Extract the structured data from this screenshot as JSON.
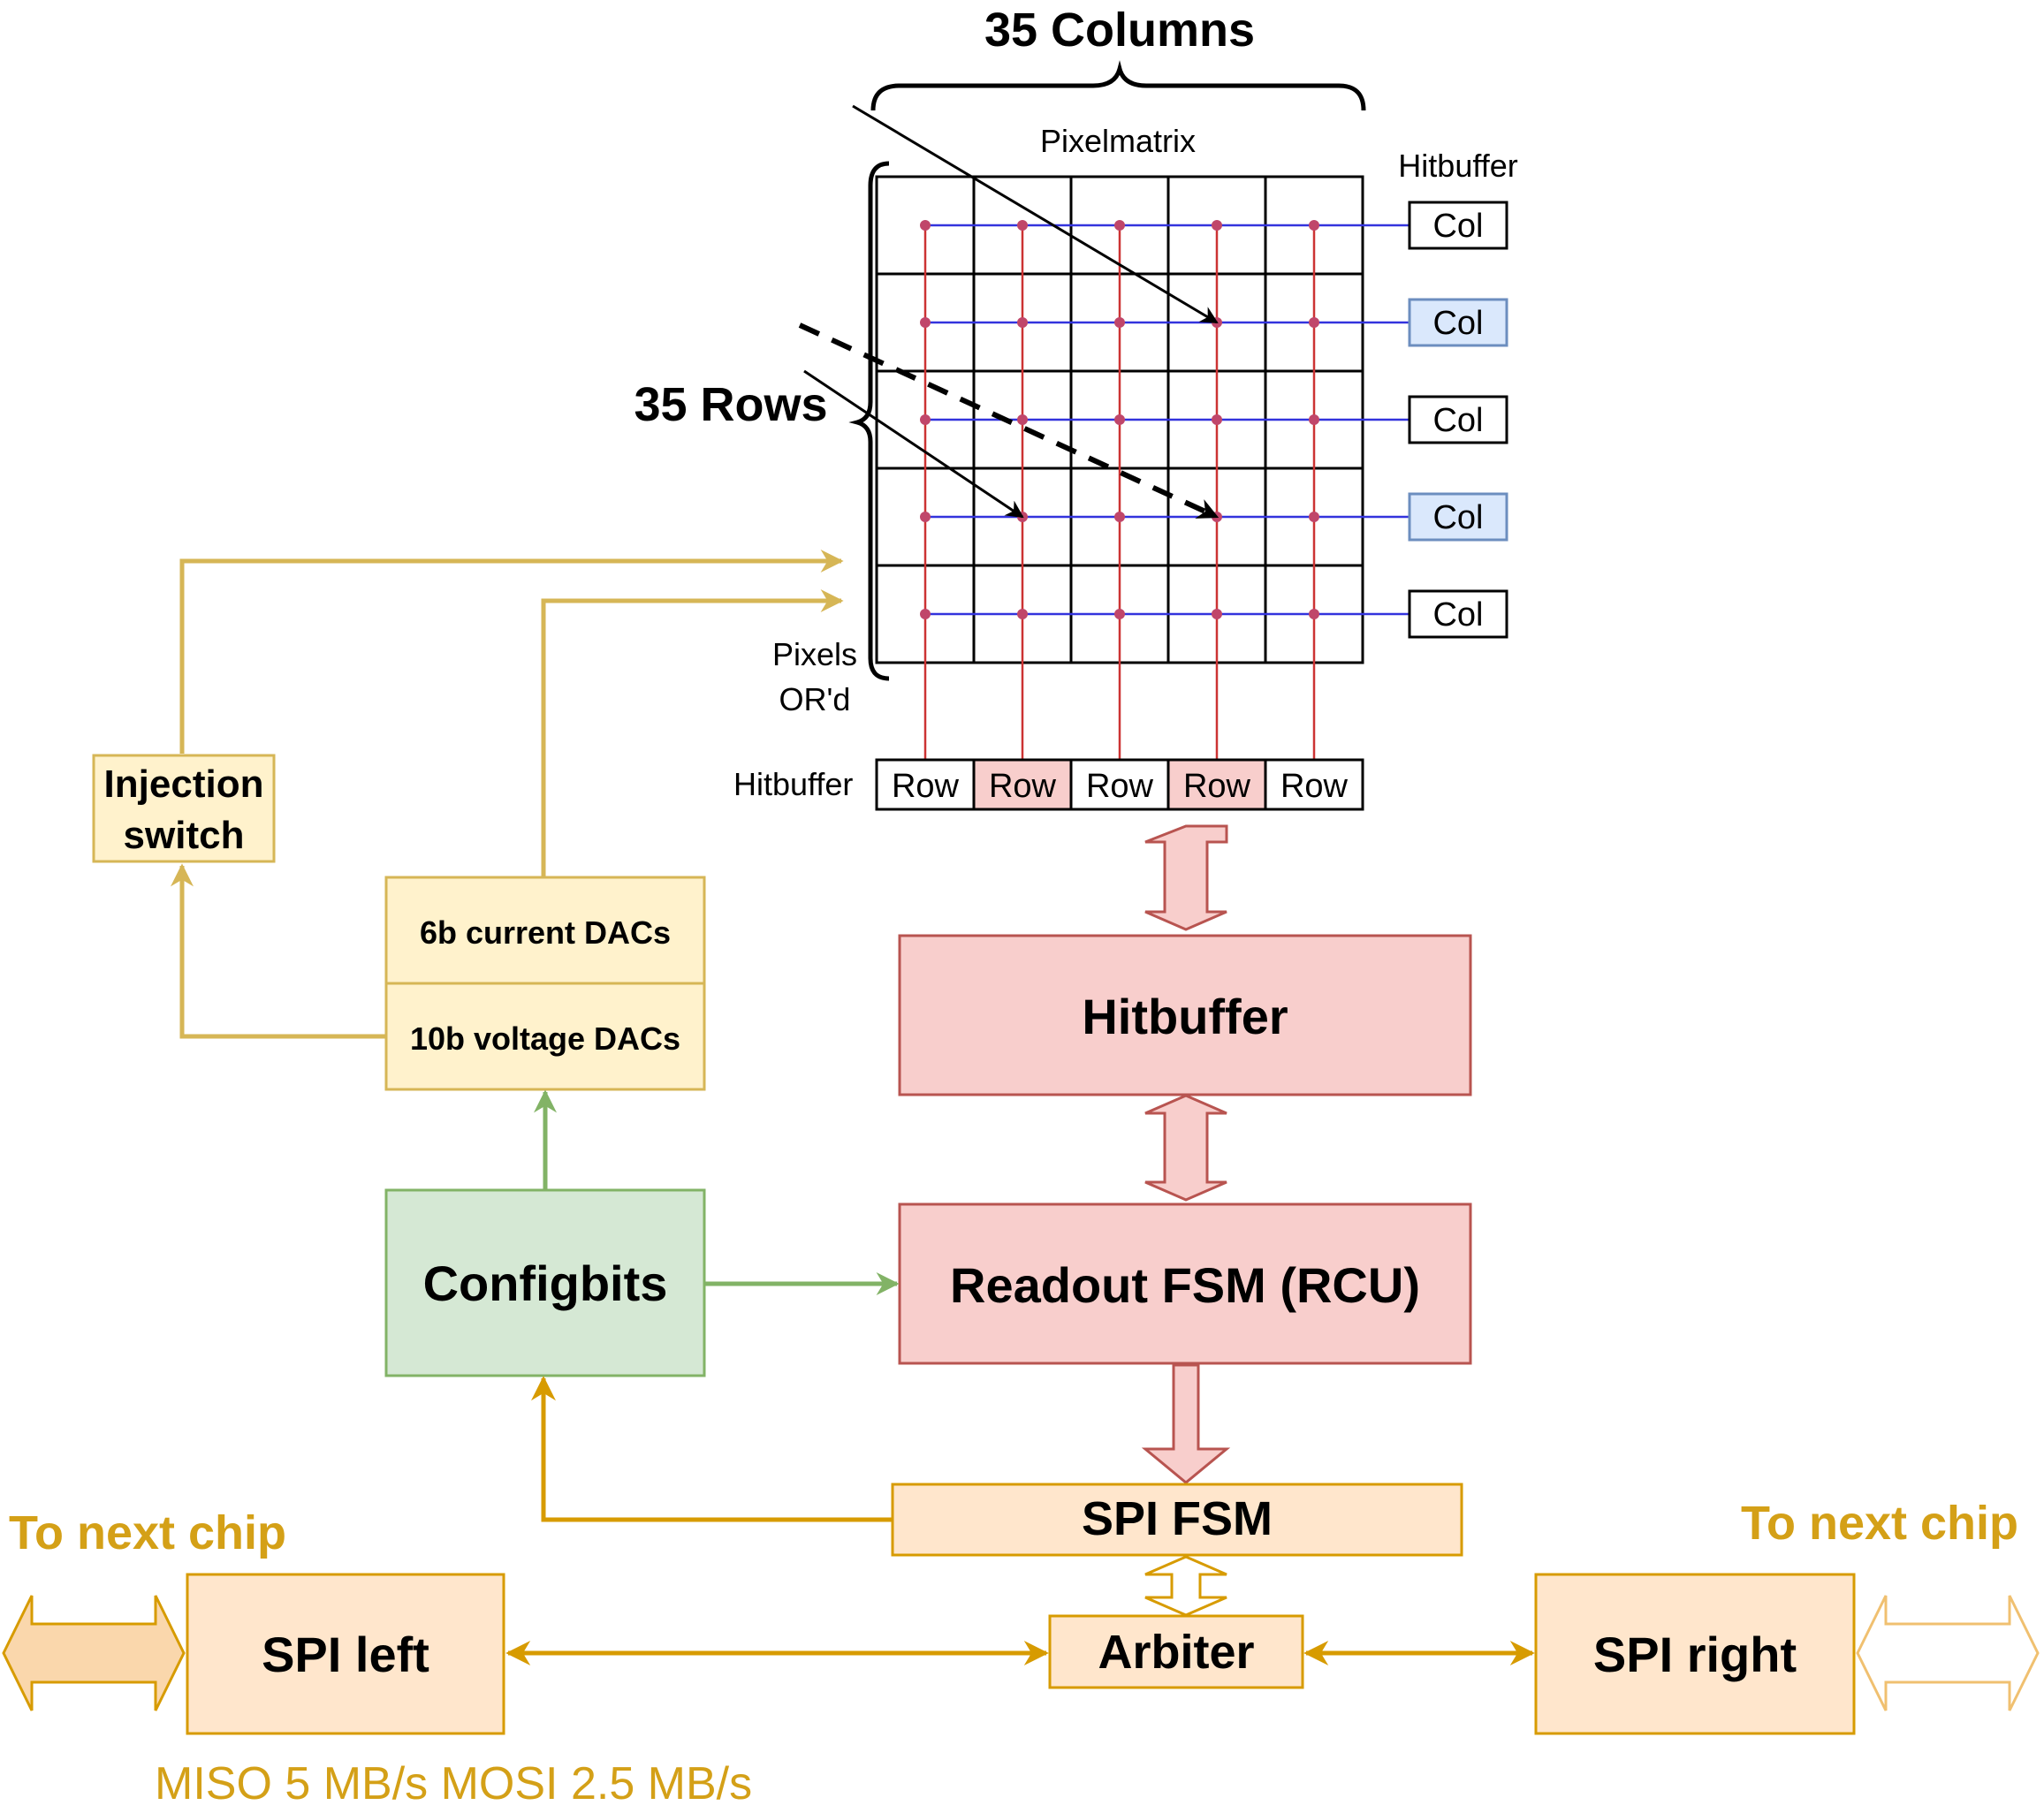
{
  "labels": {
    "columns_title": "35 Columns",
    "rows_title": "35 Rows",
    "pixelmatrix": "Pixelmatrix",
    "hitbuffer_top": "Hitbuffer",
    "hitbuffer_left": "Hitbuffer",
    "pixels_ored_line1": "Pixels",
    "pixels_ored_line2": "OR'd"
  },
  "col_buffers": [
    "Col",
    "Col",
    "Col",
    "Col",
    "Col"
  ],
  "row_buffers": [
    "Row",
    "Row",
    "Row",
    "Row",
    "Row"
  ],
  "blocks": {
    "injection_line1": "Injection",
    "injection_line2": "switch",
    "current_dacs": "6b current DACs",
    "voltage_dacs": "10b voltage DACs",
    "hitbuffer": "Hitbuffer",
    "configbits": "Configbits",
    "readout_fsm": "Readout FSM (RCU)",
    "spi_fsm": "SPI FSM",
    "arbiter": "Arbiter",
    "spi_left": "SPI left",
    "spi_right": "SPI right"
  },
  "annotations": {
    "to_next_chip_left": "To next chip",
    "to_next_chip_right": "To next chip",
    "data_rates": "MISO 5 MB/s MOSI 2.5 MB/s"
  },
  "colors": {
    "row_highlight": "#f8cecc",
    "col_highlight": "#dae8fc",
    "red_block_fill": "#f8cecc",
    "red_block_stroke": "#b85450",
    "yellow_fill": "#fff2cc",
    "yellow_stroke": "#d6b656",
    "green_fill": "#d5e8d4",
    "green_stroke": "#82b366",
    "orange_fill": "#ffe6cc",
    "orange_stroke": "#d79b00",
    "gold_text": "#d4a017",
    "blue_line": "#3333dd",
    "red_line": "#cc3333"
  }
}
